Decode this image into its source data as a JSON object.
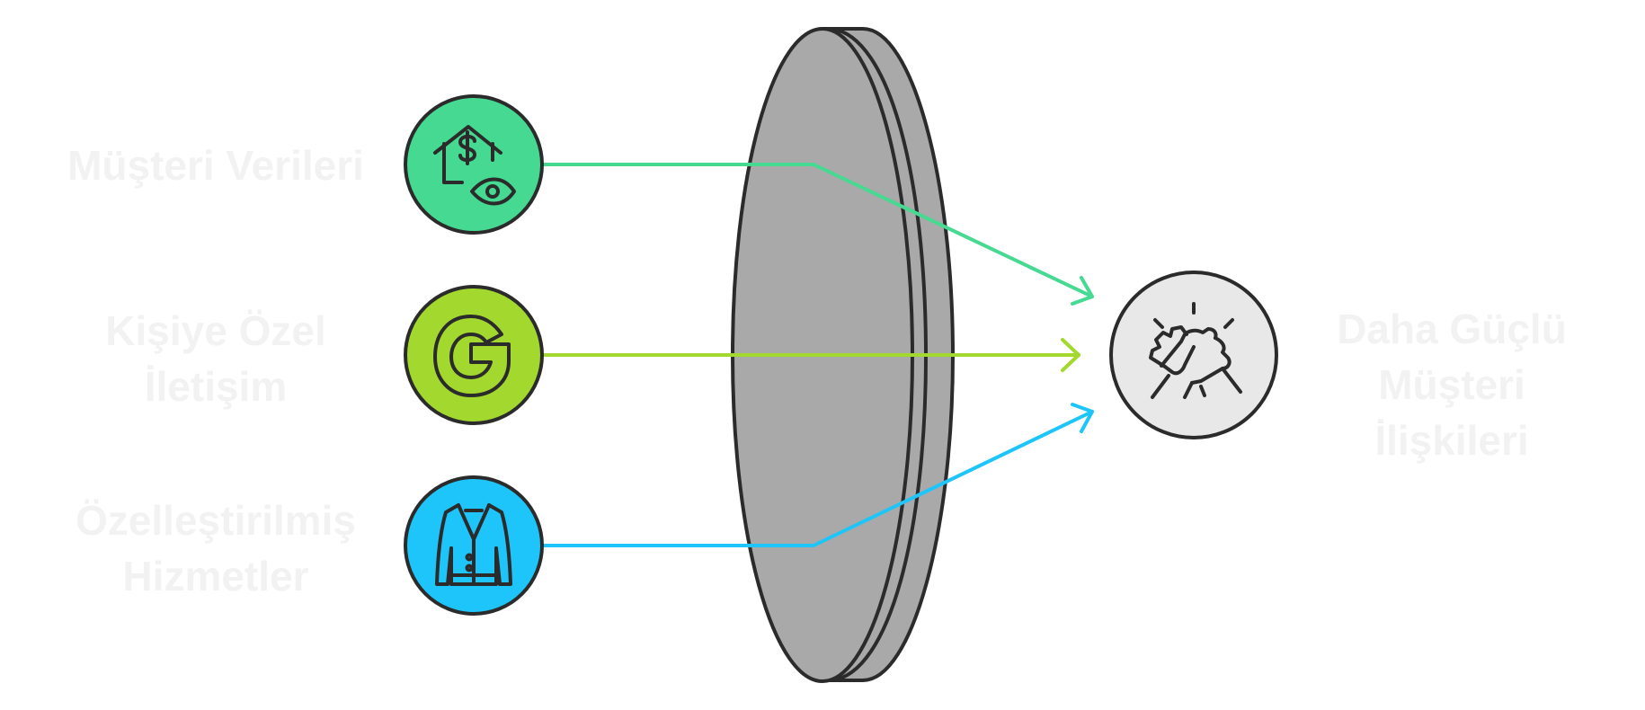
{
  "inputs": [
    {
      "label_lines": [
        "Müşteri Verileri"
      ],
      "color": "#45d992",
      "icon": "house-dollar-eye-icon"
    },
    {
      "label_lines": [
        "Kişiye Özel",
        "İletişim"
      ],
      "color": "#a3d92f",
      "icon": "letter-g-icon"
    },
    {
      "label_lines": [
        "Özelleştirilmiş",
        "Hizmetler"
      ],
      "color": "#1ec5fa",
      "icon": "tailored-jacket-icon"
    }
  ],
  "output": {
    "label_lines": [
      "Daha Güçlü",
      "Müşteri",
      "İlişkileri"
    ],
    "color": "#e8e8e8",
    "icon": "handshake-icon"
  },
  "lens": {
    "fill": "#a9a9a9",
    "stroke": "#2b2b2b"
  },
  "label_color": "#f2f2f2"
}
